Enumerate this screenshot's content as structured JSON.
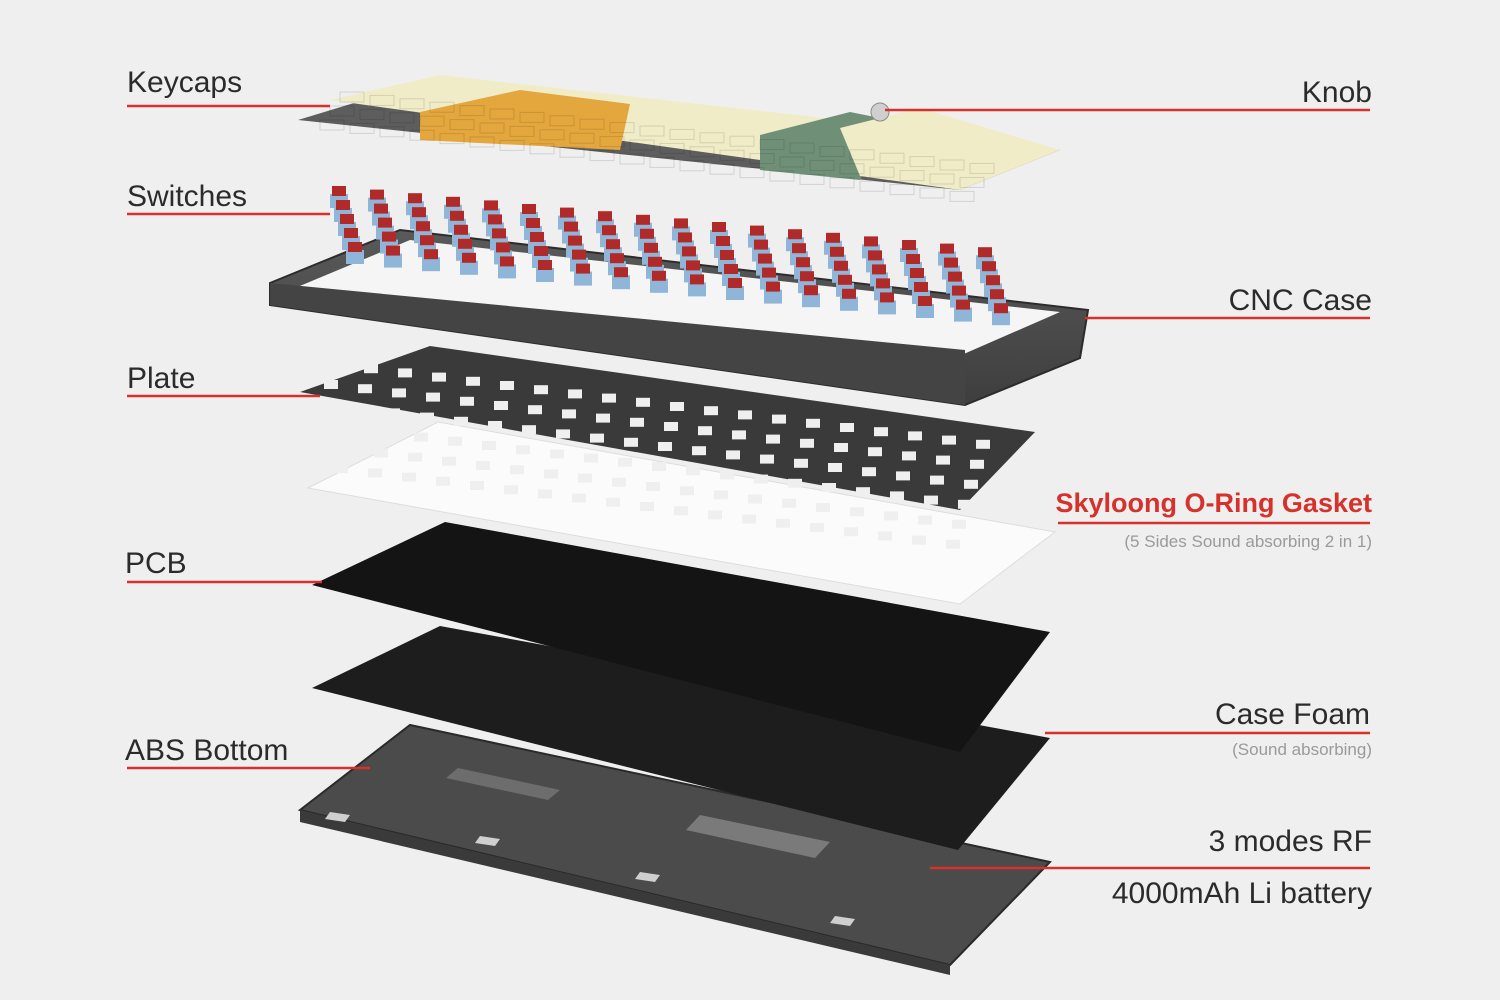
{
  "labels": {
    "keycaps": "Keycaps",
    "switches": "Switches",
    "plate": "Plate",
    "pcb": "PCB",
    "abs_bottom": "ABS Bottom",
    "knob": "Knob",
    "cnc_case": "CNC Case",
    "gasket": "Skyloong O-Ring Gasket",
    "gasket_sub": "(5 Sides Sound absorbing 2 in 1)",
    "case_foam": "Case Foam",
    "case_foam_sub": "(Sound absorbing)",
    "rf": "3 modes RF",
    "battery": "4000mAh Li battery"
  },
  "colors": {
    "background": "#efefef",
    "leader_line": "#d6312b",
    "accent_text": "#d6312b",
    "case": "#4a4a4a",
    "foam": "#1a1a1a",
    "switch_stem": "#b02a2a",
    "switch_housing": "#8fb6d9",
    "keycap_cream": "#f1ecc8",
    "keycap_gray": "#5d5d5d",
    "keycap_orange": "#e4a73e",
    "keycap_green": "#6f9077"
  }
}
